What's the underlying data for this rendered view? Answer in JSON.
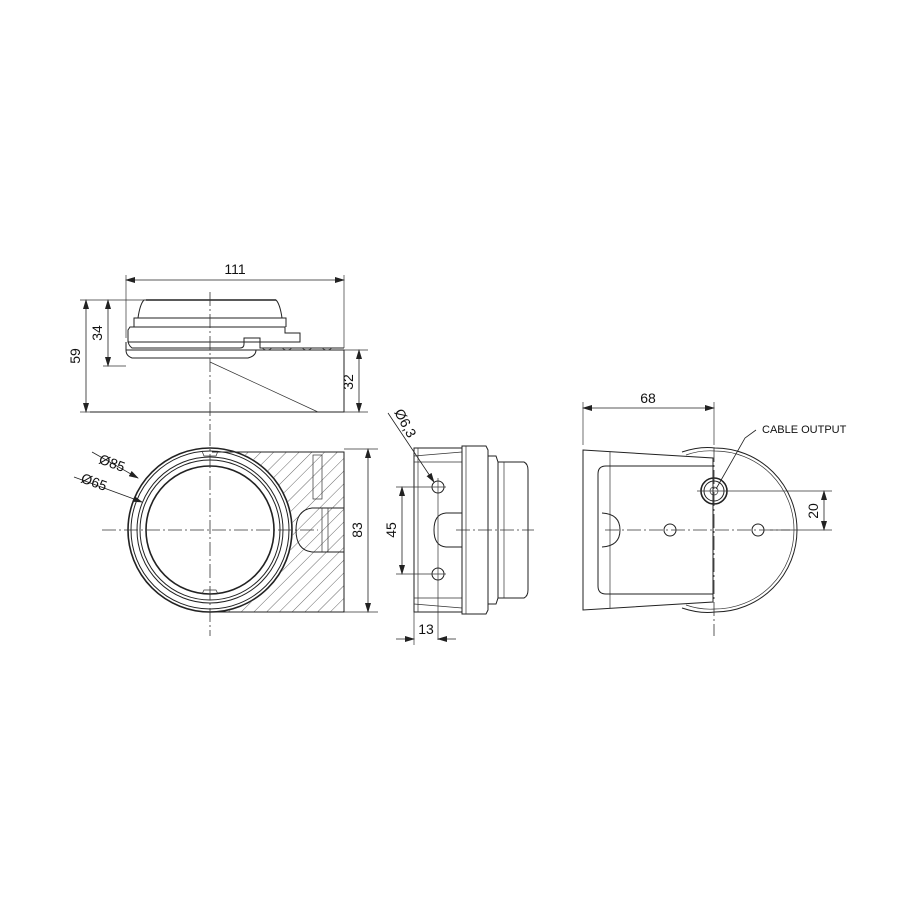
{
  "drawing": {
    "type": "technical-dimension-drawing",
    "views": [
      "side-view",
      "top-view",
      "front-view",
      "rear-view"
    ]
  },
  "side_view": {
    "width_dim": "111",
    "total_height_dim": "59",
    "lamp_height_dim": "34",
    "base_height_dim": "32"
  },
  "top_view": {
    "outer_diameter_dim": "Ø85",
    "inner_diameter_dim": "Ø65",
    "height_dim": "83"
  },
  "front_view": {
    "hole_diameter_dim": "Ø6,3",
    "hole_spacing_dim": "45",
    "hole_offset_dim": "13"
  },
  "rear_view": {
    "width_dim": "68",
    "cable_offset_dim": "20",
    "cable_label": "CABLE OUTPUT"
  },
  "colors": {
    "line": "#222222",
    "background": "#ffffff"
  }
}
